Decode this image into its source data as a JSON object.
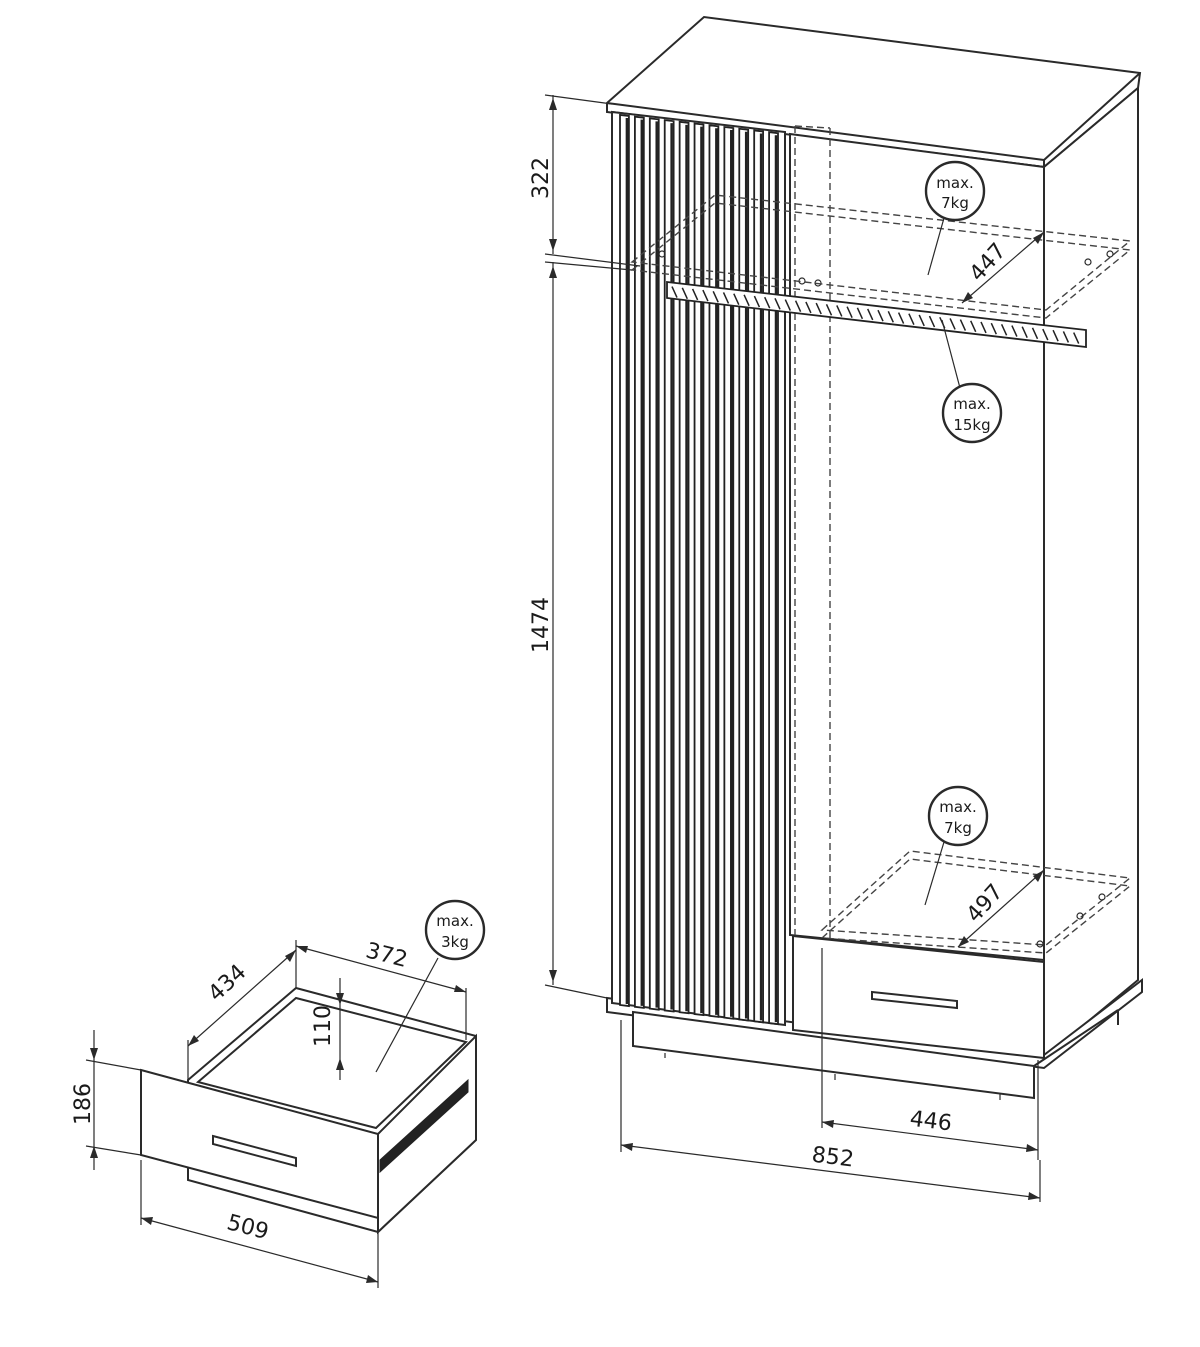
{
  "diagram": {
    "wardrobe": {
      "dimensions": {
        "top_section_height": "322",
        "main_height": "1474",
        "shelf_depth_top": "447",
        "shelf_depth_bottom": "497",
        "drawer_section_width": "446",
        "total_width": "852"
      },
      "load_badges": {
        "top_shelf": {
          "line1": "max.",
          "line2": "7kg"
        },
        "hanging_rail": {
          "line1": "max.",
          "line2": "15kg"
        },
        "bottom_shelf": {
          "line1": "max.",
          "line2": "7kg"
        }
      }
    },
    "drawer": {
      "dimensions": {
        "depth": "434",
        "inner_width": "372",
        "inner_height": "110",
        "front_height": "186",
        "front_width": "509"
      },
      "load_badge": {
        "line1": "max.",
        "line2": "3kg"
      }
    }
  }
}
